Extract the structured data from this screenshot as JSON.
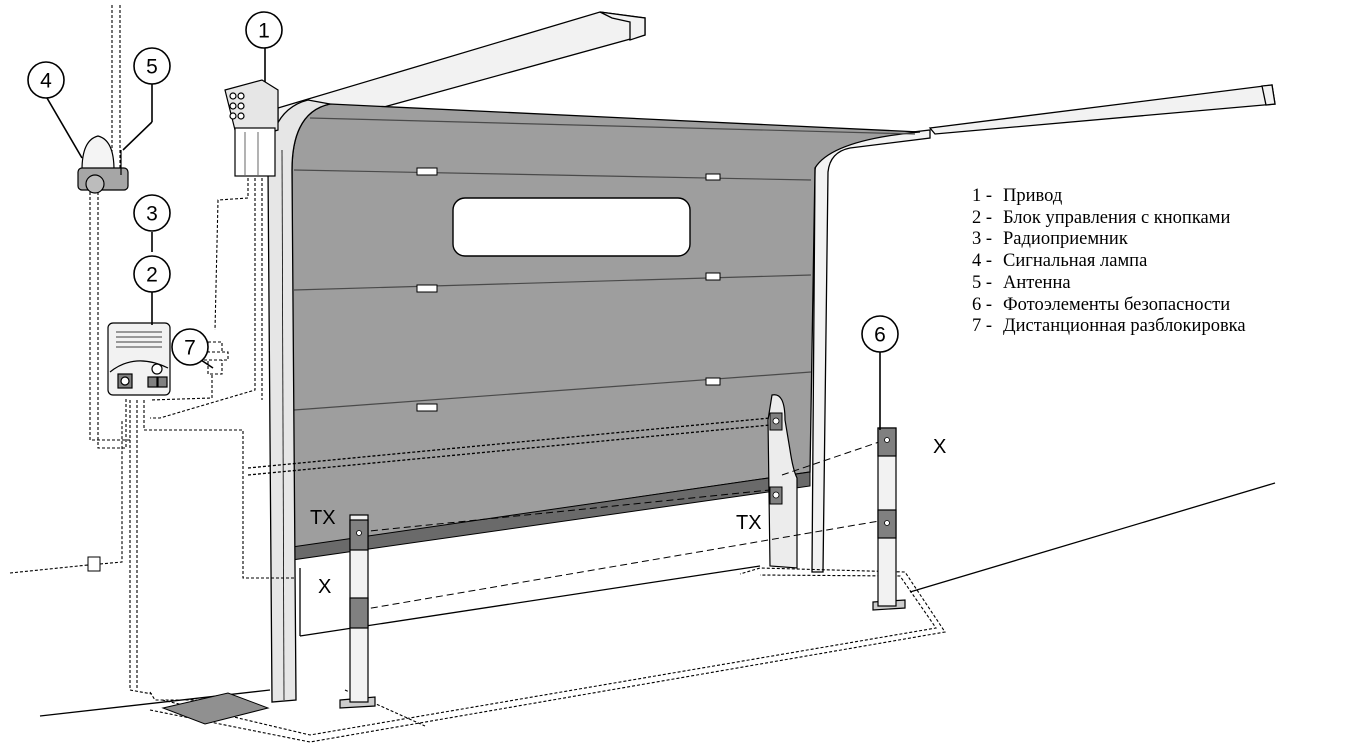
{
  "callouts": [
    {
      "num": "1"
    },
    {
      "num": "2"
    },
    {
      "num": "3"
    },
    {
      "num": "4"
    },
    {
      "num": "5"
    },
    {
      "num": "6"
    },
    {
      "num": "7"
    }
  ],
  "photocell_labels": {
    "tx_left": "TX",
    "tx_right": "TX",
    "x_left": "X",
    "x_right": "X"
  },
  "legend": [
    {
      "num": "1 -",
      "label": "Привод"
    },
    {
      "num": "2 -",
      "label": "Блок управления с кнопками"
    },
    {
      "num": "3 -",
      "label": "Радиоприемник"
    },
    {
      "num": "4 -",
      "label": "Сигнальная лампа"
    },
    {
      "num": "5 -",
      "label": "Антенна"
    },
    {
      "num": "6 -",
      "label": "Фотоэлементы безопасности"
    },
    {
      "num": "7 -",
      "label": "Дистанционная разблокировка"
    }
  ],
  "colors": {
    "door_panel": "#9e9e9e",
    "bottom_seal": "#6a6a6a",
    "line": "#000000",
    "background": "#ffffff"
  }
}
